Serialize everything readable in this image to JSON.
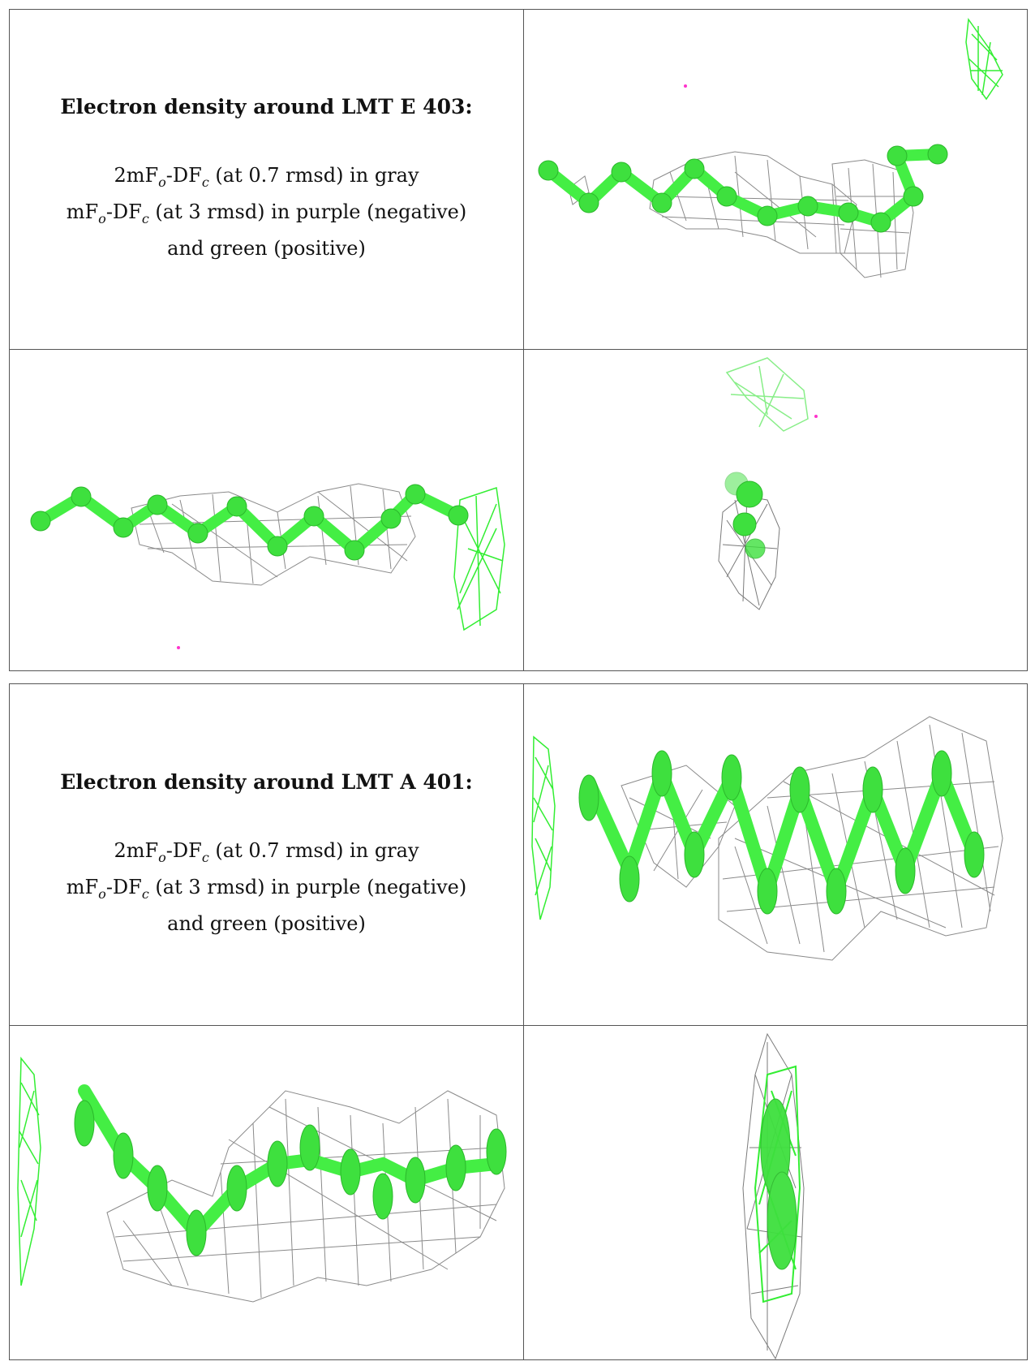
{
  "panels": [
    {
      "title": "Electron density around LMT E 403:",
      "legend_lines": [
        {
          "prefix": "2mF",
          "sub1": "o",
          "mid": "-DF",
          "sub2": "c",
          "suffix": " (at 0.7 rmsd) in gray"
        },
        {
          "prefix": "mF",
          "sub1": "o",
          "mid": "-DF",
          "sub2": "c",
          "suffix": " (at 3 rmsd) in purple (negative)"
        },
        {
          "text": "and green (positive)"
        }
      ],
      "views": [
        "side view 1",
        "side view 2",
        "end view"
      ]
    },
    {
      "title": "Electron density around LMT A 401:",
      "legend_lines": [
        {
          "prefix": "2mF",
          "sub1": "o",
          "mid": "-DF",
          "sub2": "c",
          "suffix": " (at 0.7 rmsd) in gray"
        },
        {
          "prefix": "mF",
          "sub1": "o",
          "mid": "-DF",
          "sub2": "c",
          "suffix": " (at 3 rmsd) in purple (negative)"
        },
        {
          "text": "and green (positive)"
        }
      ],
      "views": [
        "side view 1",
        "side view 2",
        "end view"
      ]
    }
  ],
  "colors": {
    "density_2fofc": "#8a8a8a",
    "difference_positive": "#33ee33",
    "difference_negative": "#ff33cc",
    "model_atoms": "#44ee44",
    "border": "#555555"
  }
}
